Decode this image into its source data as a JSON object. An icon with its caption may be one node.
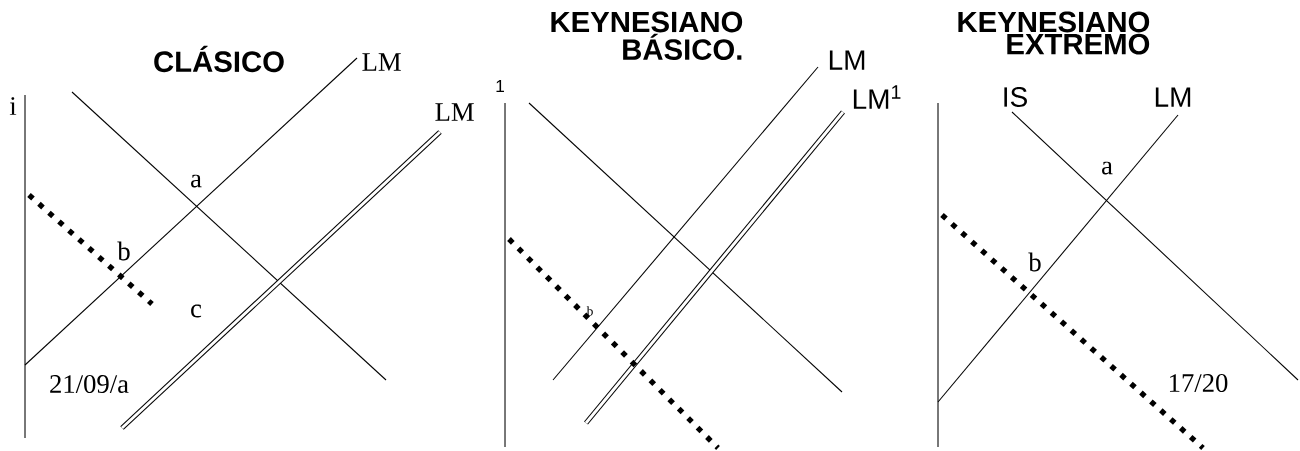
{
  "diagram": {
    "labels": [
      "CLÁSICO",
      "LM",
      "i",
      "LM",
      "a",
      "b",
      "c",
      "21/09/a",
      "KEYNESIANO BÁSICO.",
      "LM",
      "LM$^{1}$",
      "1",
      "b",
      "KEYNESIANO EXTREMO",
      "IS",
      "LM",
      "a",
      "b",
      "17/20"
    ]
  }
}
